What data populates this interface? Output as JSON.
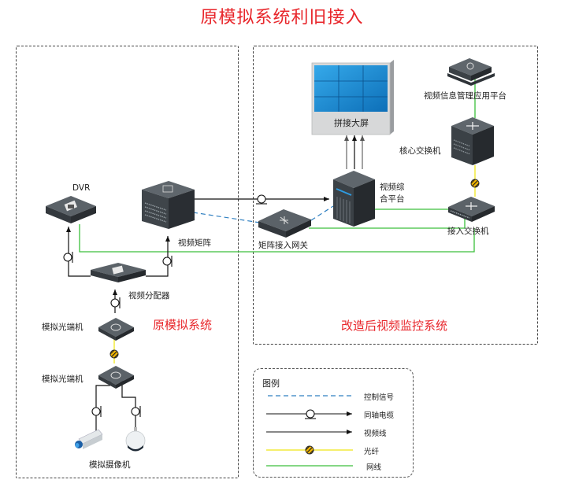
{
  "title": "原模拟系统利旧接入",
  "zones": {
    "old_system": "原模拟系统",
    "new_system": "改造后视频监控系统"
  },
  "devices": {
    "dvr": "DVR",
    "video_matrix": "视频矩阵",
    "video_distributor": "视频分配器",
    "optical_transceiver_top": "模拟光端机",
    "optical_transceiver_bottom": "模拟光端机",
    "analog_cameras": "模拟摄像机",
    "video_wall": "拼接大屏",
    "video_platform": "视频综\n合平台",
    "video_platform_line1": "视频综",
    "video_platform_line2": "合平台",
    "matrix_gateway": "矩阵接入网关",
    "vms_platform": "视频信息管理应用平台",
    "core_switch": "核心交换机",
    "access_switch": "接入交换机"
  },
  "legend": {
    "title": "图例",
    "items": [
      {
        "type": "control-signal",
        "label": "控制信号",
        "color": "#2f7fc1"
      },
      {
        "type": "coax-cable",
        "label": "同轴电缆",
        "color": "#111111"
      },
      {
        "type": "video-line",
        "label": "视频线",
        "color": "#111111"
      },
      {
        "type": "fiber",
        "label": "光纤",
        "color": "#f2ea3c"
      },
      {
        "type": "network-cable",
        "label": "网线",
        "color": "#3cbf3c"
      }
    ]
  },
  "colors": {
    "title_red": "#e8262b",
    "network_green": "#3cbf3c",
    "fiber_yellow": "#f2ea3c",
    "control_blue": "#2f7fc1",
    "screen_blue": "#1a8fd6",
    "device_dark": "#4a5056"
  }
}
